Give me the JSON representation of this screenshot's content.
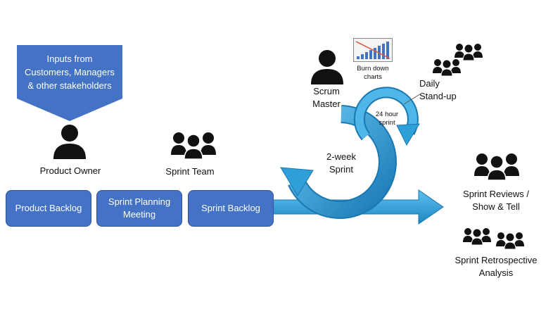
{
  "inputs_callout": {
    "line1": "Inputs from",
    "line2": "Customers, Managers",
    "line3": "& other stakeholders"
  },
  "roles": {
    "product_owner": "Product Owner",
    "sprint_team": "Sprint Team",
    "scrum_master_line1": "Scrum",
    "scrum_master_line2": "Master"
  },
  "artifacts": {
    "burndown_line1": "Burn down",
    "burndown_line2": "charts"
  },
  "stages": {
    "product_backlog": "Product Backlog",
    "planning_line1": "Sprint Planning",
    "planning_line2": "Meeting",
    "sprint_backlog": "Sprint Backlog"
  },
  "cycles": {
    "daily_line1": "Daily",
    "daily_line2": "Stand-up",
    "hour24_line1": "24 hour",
    "hour24_line2": "sprint",
    "sprint_line1": "2-week",
    "sprint_line2": "Sprint"
  },
  "outputs": {
    "review_line1": "Sprint Reviews /",
    "review_line2": "Show & Tell",
    "retro_line1": "Sprint Retrospective",
    "retro_line2": "Analysis"
  },
  "colors": {
    "callout_blue": "#4472c4",
    "stage_blue": "#4472c4",
    "arrow_blue": "#2e9fd8",
    "icon_black": "#111111"
  },
  "icons": [
    "person-icon",
    "team-icon",
    "burndown-chart-icon",
    "cycle-arrow-icon",
    "flow-arrow-icon"
  ]
}
